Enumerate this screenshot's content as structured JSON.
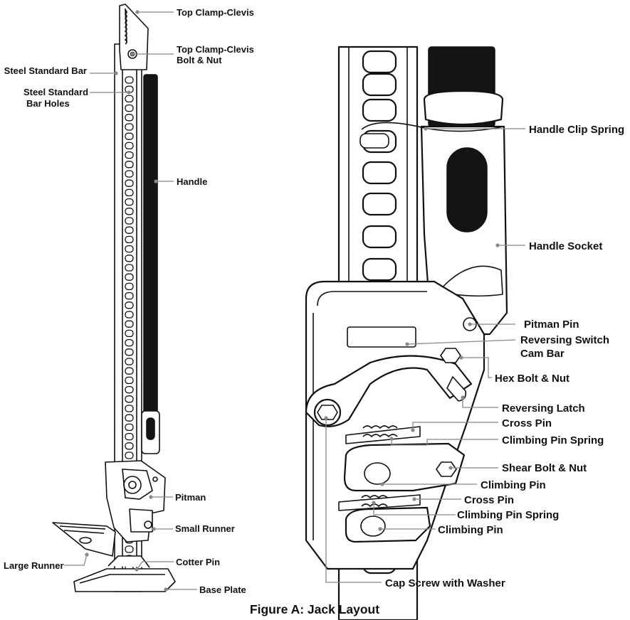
{
  "figure": {
    "caption": "Figure A:  Jack Layout"
  },
  "left_view": {
    "labels": [
      {
        "id": "top-clamp-clevis",
        "lines": [
          "Top Clamp-Clevis"
        ]
      },
      {
        "id": "top-clamp-clevis-bolt-nut",
        "lines": [
          "Top Clamp-Clevis",
          "Bolt & Nut"
        ]
      },
      {
        "id": "steel-standard-bar",
        "lines": [
          "Steel Standard Bar"
        ]
      },
      {
        "id": "steel-standard-bar-holes",
        "lines": [
          "Steel Standard",
          "Bar Holes"
        ]
      },
      {
        "id": "handle",
        "lines": [
          "Handle"
        ]
      },
      {
        "id": "pitman",
        "lines": [
          "Pitman"
        ]
      },
      {
        "id": "small-runner",
        "lines": [
          "Small Runner"
        ]
      },
      {
        "id": "large-runner",
        "lines": [
          "Large Runner"
        ]
      },
      {
        "id": "cotter-pin",
        "lines": [
          "Cotter Pin"
        ]
      },
      {
        "id": "base-plate",
        "lines": [
          "Base Plate"
        ]
      }
    ]
  },
  "right_view": {
    "labels": [
      {
        "id": "handle-clip-spring",
        "lines": [
          "Handle Clip Spring"
        ]
      },
      {
        "id": "handle-socket",
        "lines": [
          "Handle Socket"
        ]
      },
      {
        "id": "pitman-pin",
        "lines": [
          "Pitman Pin"
        ]
      },
      {
        "id": "reversing-switch-cam-bar",
        "lines": [
          "Reversing Switch",
          "Cam Bar"
        ]
      },
      {
        "id": "hex-bolt-nut",
        "lines": [
          "Hex Bolt & Nut"
        ]
      },
      {
        "id": "reversing-latch",
        "lines": [
          "Reversing Latch"
        ]
      },
      {
        "id": "cross-pin-upper",
        "lines": [
          "Cross Pin"
        ]
      },
      {
        "id": "climbing-pin-spring-upper",
        "lines": [
          "Climbing Pin Spring"
        ]
      },
      {
        "id": "shear-bolt-nut",
        "lines": [
          "Shear Bolt & Nut"
        ]
      },
      {
        "id": "climbing-pin-upper",
        "lines": [
          "Climbing Pin"
        ]
      },
      {
        "id": "cross-pin-lower",
        "lines": [
          "Cross Pin"
        ]
      },
      {
        "id": "climbing-pin-spring-lower",
        "lines": [
          "Climbing Pin Spring"
        ]
      },
      {
        "id": "climbing-pin-lower",
        "lines": [
          "Climbing Pin"
        ]
      },
      {
        "id": "cap-screw-washer",
        "lines": [
          "Cap Screw with Washer"
        ]
      }
    ]
  }
}
